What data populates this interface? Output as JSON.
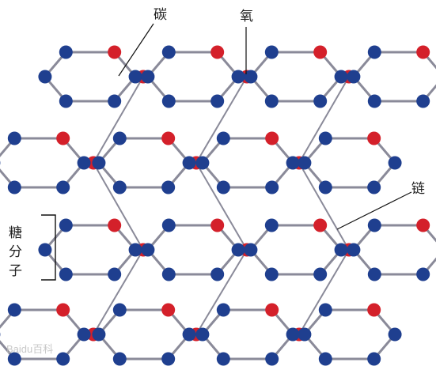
{
  "labels": {
    "carbon": "碳",
    "oxygen": "氧",
    "chain": "链",
    "sugar_molecule": [
      "糖",
      "分",
      "子"
    ]
  },
  "watermark": "Baidu百科",
  "colors": {
    "carbon_atom": "#1f3f8f",
    "oxygen_atom": "#d4202a",
    "bond": "#8a8a99",
    "label_line": "#111111"
  },
  "structure": {
    "rows": 4,
    "rings_per_row": 4,
    "ring_atoms": 6,
    "linking_atom": "oxygen",
    "ring_atom_colors": [
      "oxygen",
      "carbon",
      "carbon",
      "carbon",
      "carbon",
      "carbon"
    ]
  }
}
